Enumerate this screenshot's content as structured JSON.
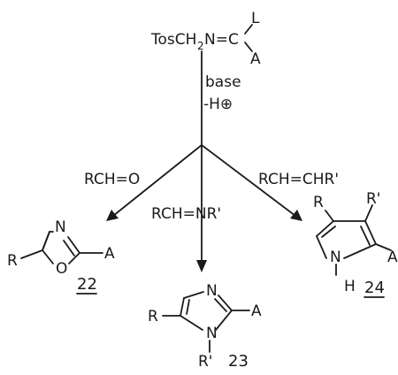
{
  "reagent": {
    "prefix": "TosCH",
    "subscript": "2",
    "mid": "N=C",
    "ligand_top": "L",
    "ligand_bottom": "A"
  },
  "conditions": {
    "base": "base",
    "loss": "-H⊕"
  },
  "reactants": {
    "aldehyde": "RCH=O",
    "imine": "RCH=NR'",
    "alkene": "RCH=CHR'"
  },
  "products": {
    "oxazole": {
      "number": "22",
      "N": "N",
      "O": "O",
      "R": "R",
      "A": "A"
    },
    "imidazole": {
      "number": "23",
      "N_top": "N",
      "N_bottom": "N",
      "R": "R",
      "A": "A",
      "R_prime": "R'"
    },
    "pyrrole": {
      "number": "24",
      "N": "N",
      "H": "H",
      "R": "R",
      "R_prime": "R'",
      "A": "A"
    }
  }
}
